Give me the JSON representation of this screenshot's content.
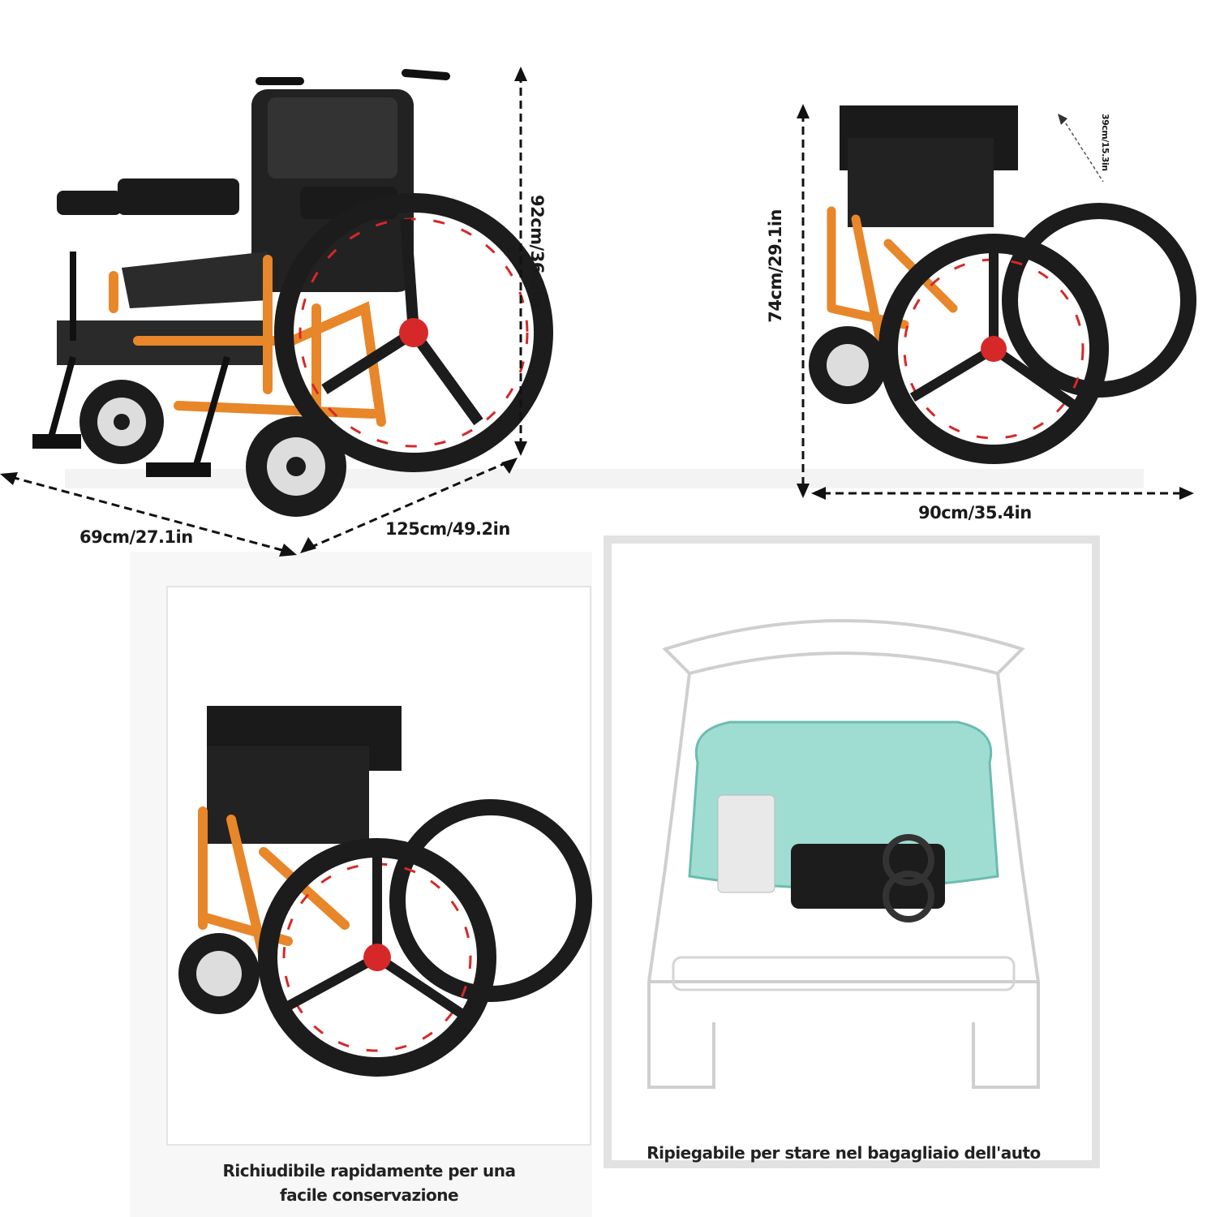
{
  "dimensions": {
    "height_unfolded": "92cm/36.2in",
    "width": "69cm/27.1in",
    "length": "125cm/49.2in",
    "height_folded": "74cm/29.1in",
    "length_folded": "90cm/35.4in",
    "depth_folded": "39cm/15.3in"
  },
  "captions": {
    "fold_storage": "Richiudibile rapidamente per una facile conservazione",
    "car_trunk": "Ripiegabile per stare nel bagagliaio dell'auto"
  },
  "colors": {
    "frame": "#e8862a",
    "tire": "#1c1c1c",
    "rim_accent": "#d62828",
    "trunk_highlight": "#7fd1c4"
  },
  "icons": {
    "unfolded_chair": "electric-wheelchair-unfolded",
    "folded_chair": "electric-wheelchair-folded",
    "car": "suv-rear-open-trunk"
  }
}
